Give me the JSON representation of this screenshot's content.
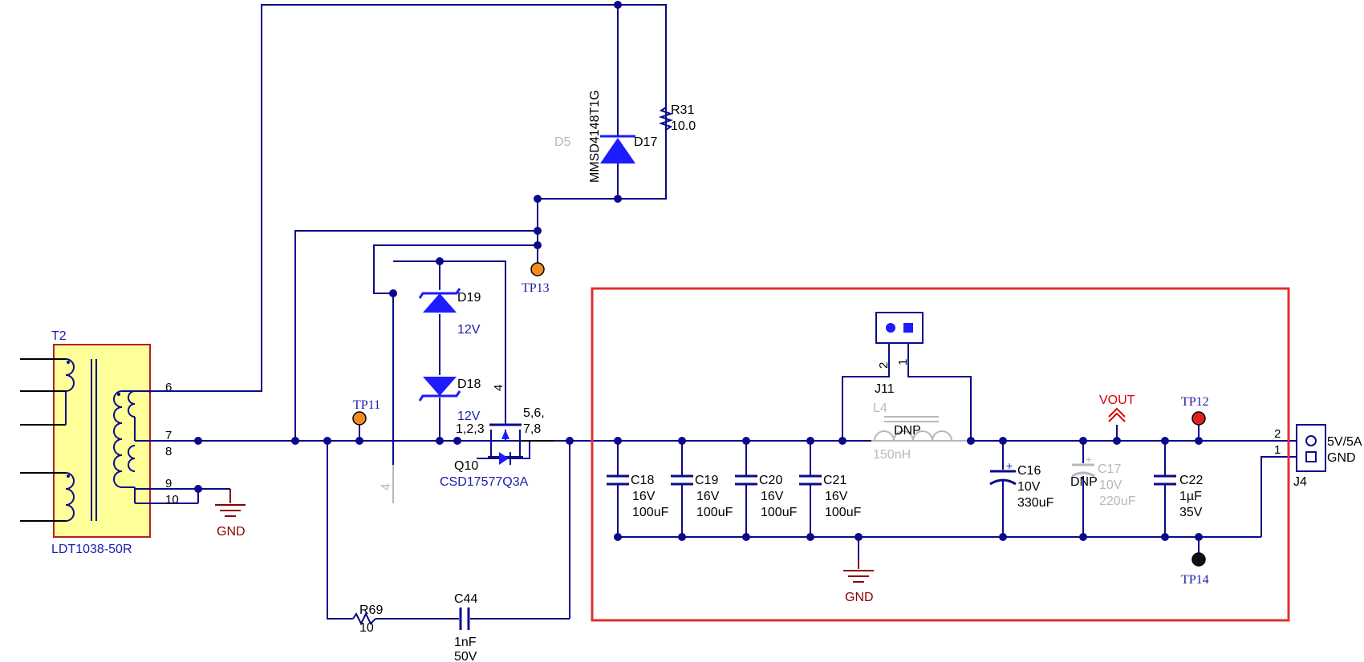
{
  "transformer": {
    "ref": "T2",
    "part": "LDT1038-50R",
    "pins": [
      "6",
      "7",
      "8",
      "9",
      "10"
    ]
  },
  "ground_label": "GND",
  "diode_d17": {
    "ref": "D17",
    "alt_ref": "D5",
    "part": "MMSD4148T1G"
  },
  "resistor_r31": {
    "ref": "R31",
    "value": "10.0"
  },
  "zener_d19": {
    "ref": "D19",
    "voltage": "12V"
  },
  "zener_d18": {
    "ref": "D18",
    "voltage": "12V"
  },
  "mosfet_q10": {
    "ref": "Q10",
    "part": "CSD17577Q3A",
    "gate_pin": "4",
    "drain_pins": "5,6,",
    "drain_pins_2": "7,8",
    "source_pins": "1,2,3"
  },
  "grey_pin": "4",
  "resistor_r69": {
    "ref": "R69",
    "value": "10"
  },
  "cap_c44": {
    "ref": "C44",
    "value": "1nF",
    "voltage": "50V"
  },
  "testpoints": {
    "tp11": "TP11",
    "tp12": "TP12",
    "tp13": "TP13",
    "tp14": "TP14"
  },
  "capacitors": [
    {
      "ref": "C18",
      "voltage": "16V",
      "value": "100uF"
    },
    {
      "ref": "C19",
      "voltage": "16V",
      "value": "100uF"
    },
    {
      "ref": "C20",
      "voltage": "16V",
      "value": "100uF"
    },
    {
      "ref": "C21",
      "voltage": "16V",
      "value": "100uF"
    }
  ],
  "cap_c16": {
    "ref": "C16",
    "voltage": "10V",
    "value": "330uF"
  },
  "cap_c17": {
    "ref": "C17",
    "voltage": "10V",
    "value": "220uF",
    "note": "DNP"
  },
  "cap_c22": {
    "ref": "C22",
    "value": "1µF",
    "voltage": "35V"
  },
  "inductor_l4": {
    "ref": "L4",
    "value": "150nH",
    "note": "DNP"
  },
  "jumper_j11": {
    "ref": "J11",
    "pin1": "1",
    "pin2": "2"
  },
  "connector_j4": {
    "ref": "J4",
    "pin2": "2",
    "pin1": "1",
    "label_top": "5V/5A",
    "label_bottom": "GND"
  },
  "net_vout": "VOUT",
  "colors": {
    "wire": "#0a0a8c",
    "highlight_box": "#e03030",
    "transformer_fill": "#ffff99",
    "transformer_border": "#b22222",
    "tp_orange": "#f28c1e",
    "tp_red": "#e02020",
    "dnp_grey": "#b8b8b8"
  }
}
